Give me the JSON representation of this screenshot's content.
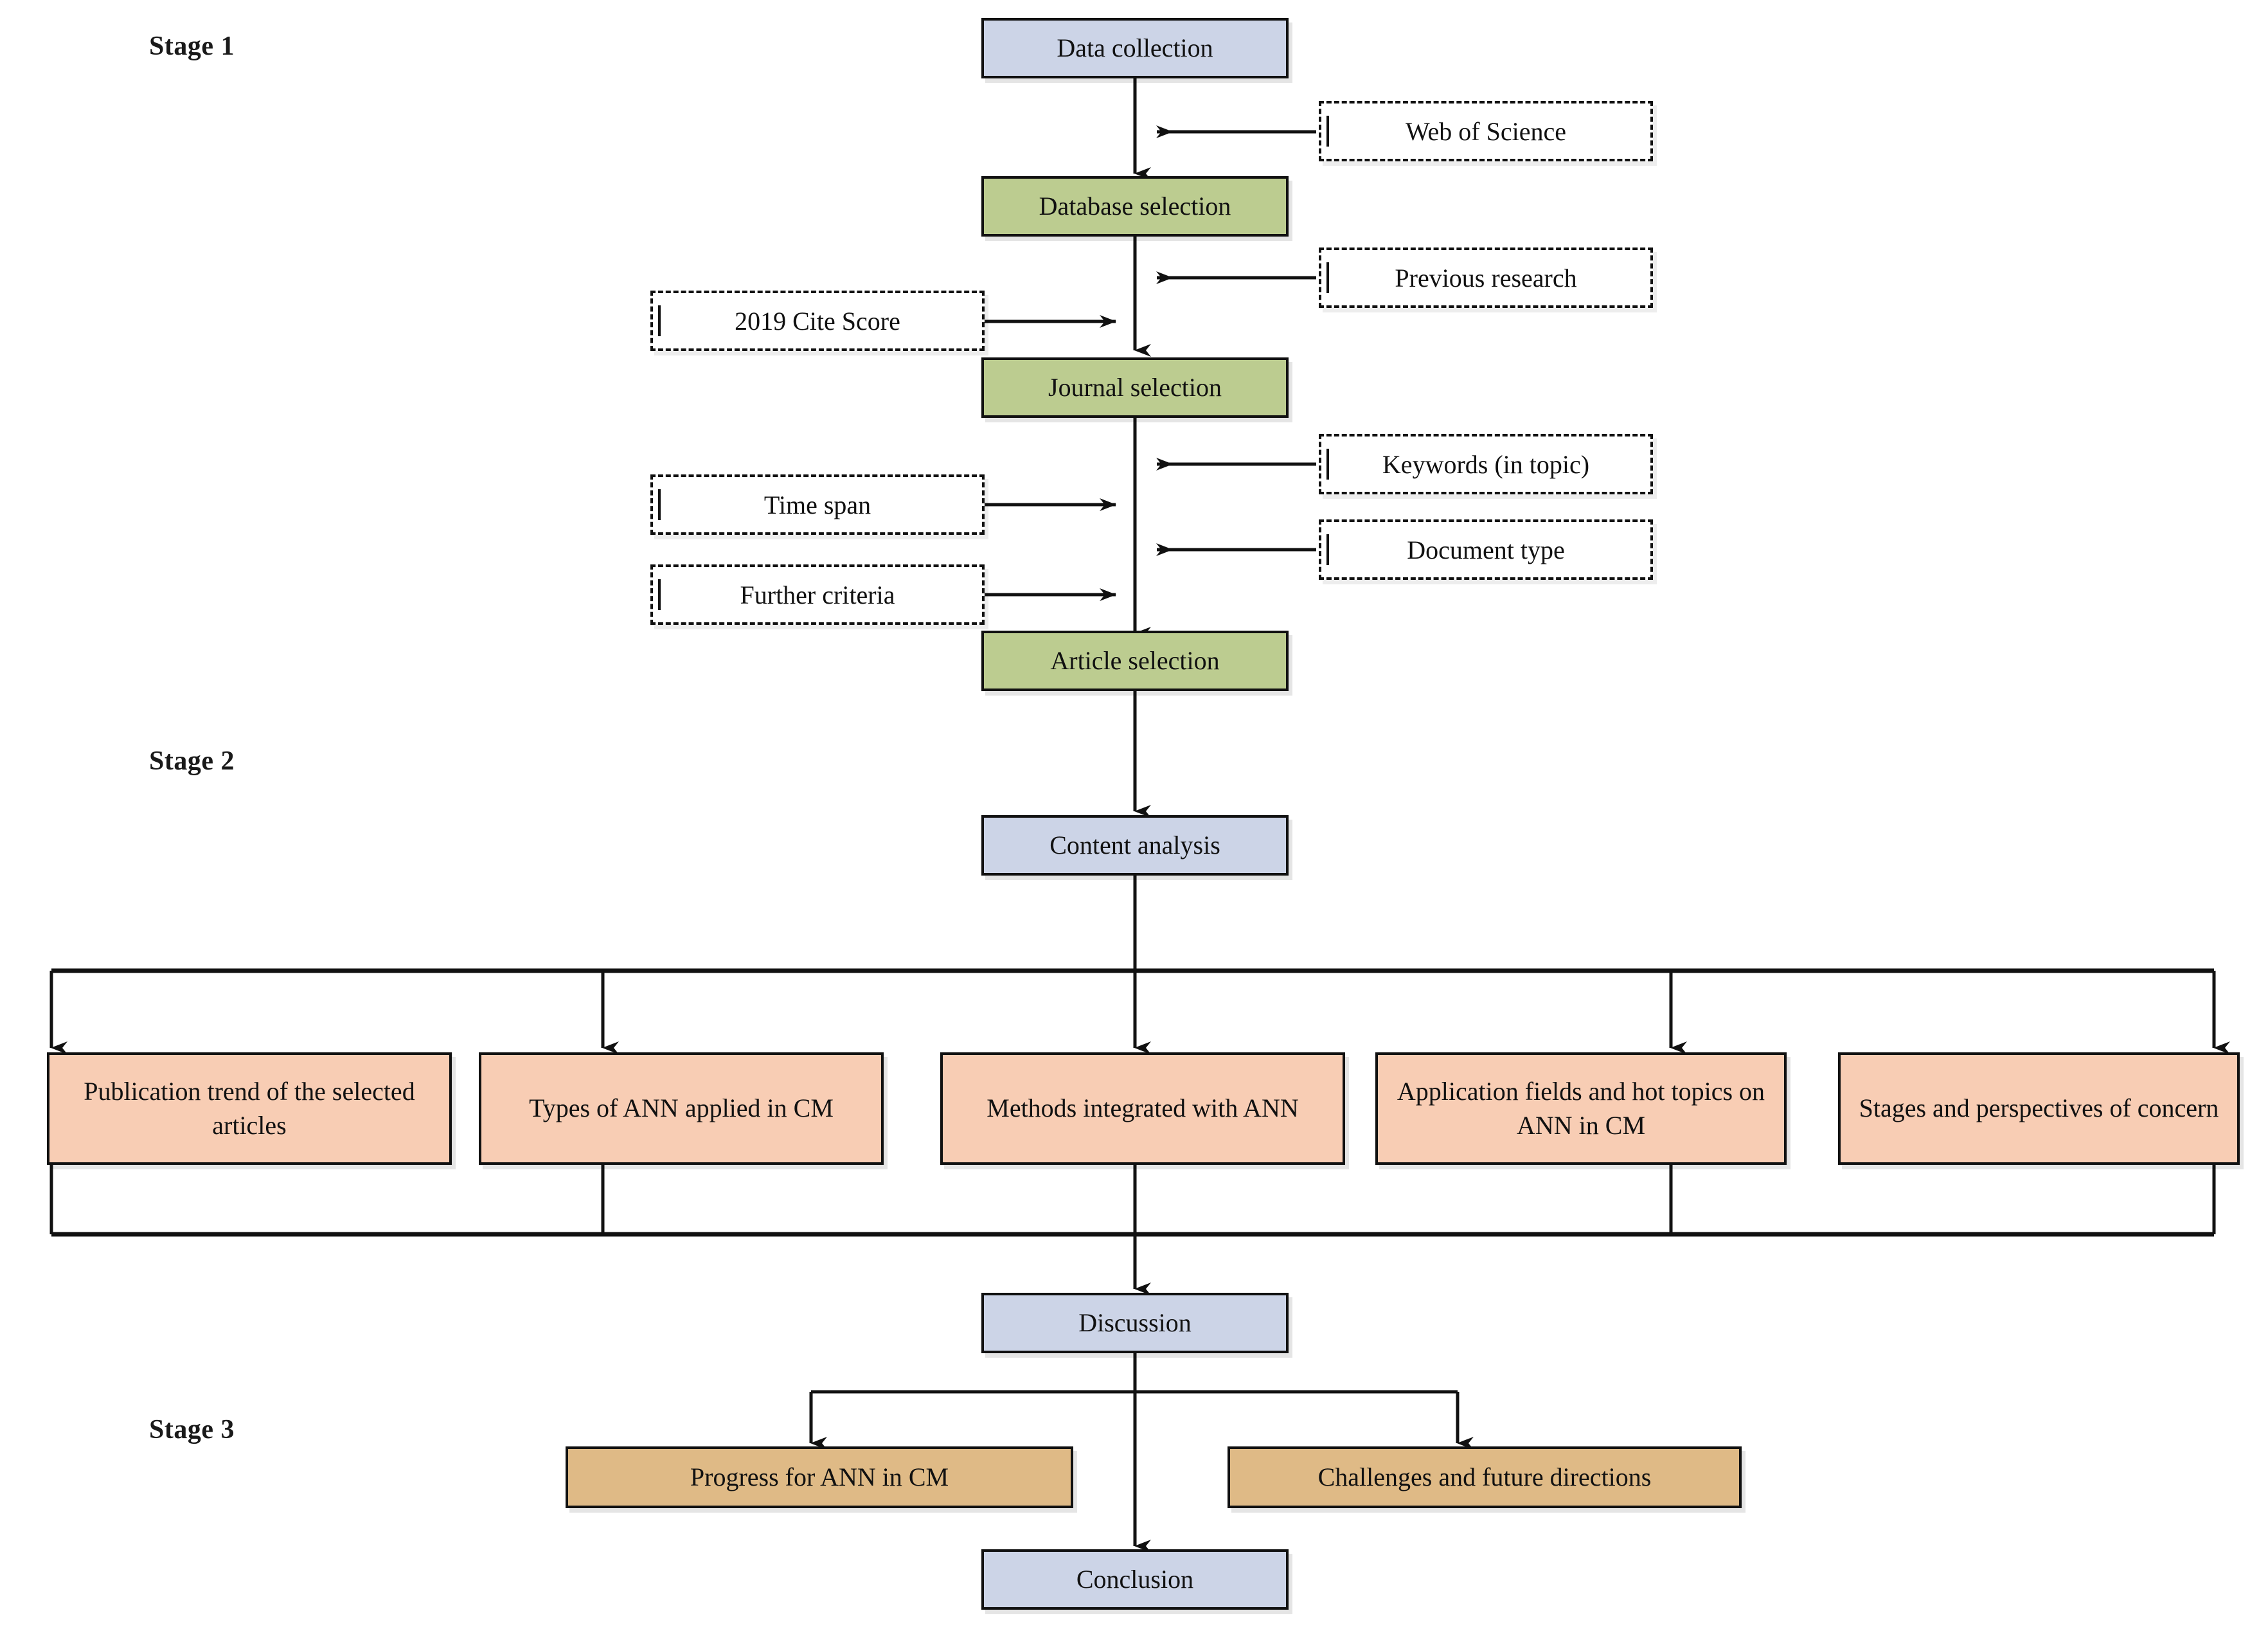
{
  "diagram": {
    "title": "Research methodology flowchart",
    "colors": {
      "blue": "#ccd4e7",
      "green": "#bccc90",
      "peach": "#f8cdb4",
      "tan": "#dfba86",
      "outline": "#111111",
      "background": "#ffffff"
    },
    "stages": [
      {
        "label": "Stage 1"
      },
      {
        "label": "Stage 2"
      },
      {
        "label": "Stage 3"
      }
    ],
    "process_nodes": [
      {
        "id": "data-collection",
        "label": "Data collection"
      },
      {
        "id": "database-selection",
        "label": "Database selection"
      },
      {
        "id": "journal-selection",
        "label": "Journal selection"
      },
      {
        "id": "article-selection",
        "label": "Article  selection"
      },
      {
        "id": "content-analysis",
        "label": "Content analysis"
      },
      {
        "id": "discussion",
        "label": "Discussion"
      },
      {
        "id": "conclusion",
        "label": "Conclusion"
      }
    ],
    "criteria_nodes": [
      {
        "id": "web-of-science",
        "label": "Web of Science",
        "side": "right"
      },
      {
        "id": "previous-research",
        "label": "Previous research",
        "side": "right"
      },
      {
        "id": "cite-score",
        "label": "2019 Cite Score",
        "side": "left"
      },
      {
        "id": "keywords",
        "label": "Keywords (in topic)",
        "side": "right"
      },
      {
        "id": "time-span",
        "label": "Time span",
        "side": "left"
      },
      {
        "id": "document-type",
        "label": "Document type",
        "side": "right"
      },
      {
        "id": "further-criteria",
        "label": "Further criteria",
        "side": "left"
      }
    ],
    "analysis_nodes": [
      {
        "id": "publication-trend",
        "label": "Publication trend of the selected articles"
      },
      {
        "id": "types-of-ann",
        "label": "Types of ANN applied in CM"
      },
      {
        "id": "methods-integrated",
        "label": "Methods integrated with ANN"
      },
      {
        "id": "application-fields",
        "label": "Application fields and hot topics on ANN in CM"
      },
      {
        "id": "stages-perspectives",
        "label": "Stages and perspectives of concern"
      }
    ],
    "discussion_nodes": [
      {
        "id": "progress-ann",
        "label": "Progress for ANN  in CM"
      },
      {
        "id": "challenges",
        "label": "Challenges and future directions"
      }
    ]
  }
}
